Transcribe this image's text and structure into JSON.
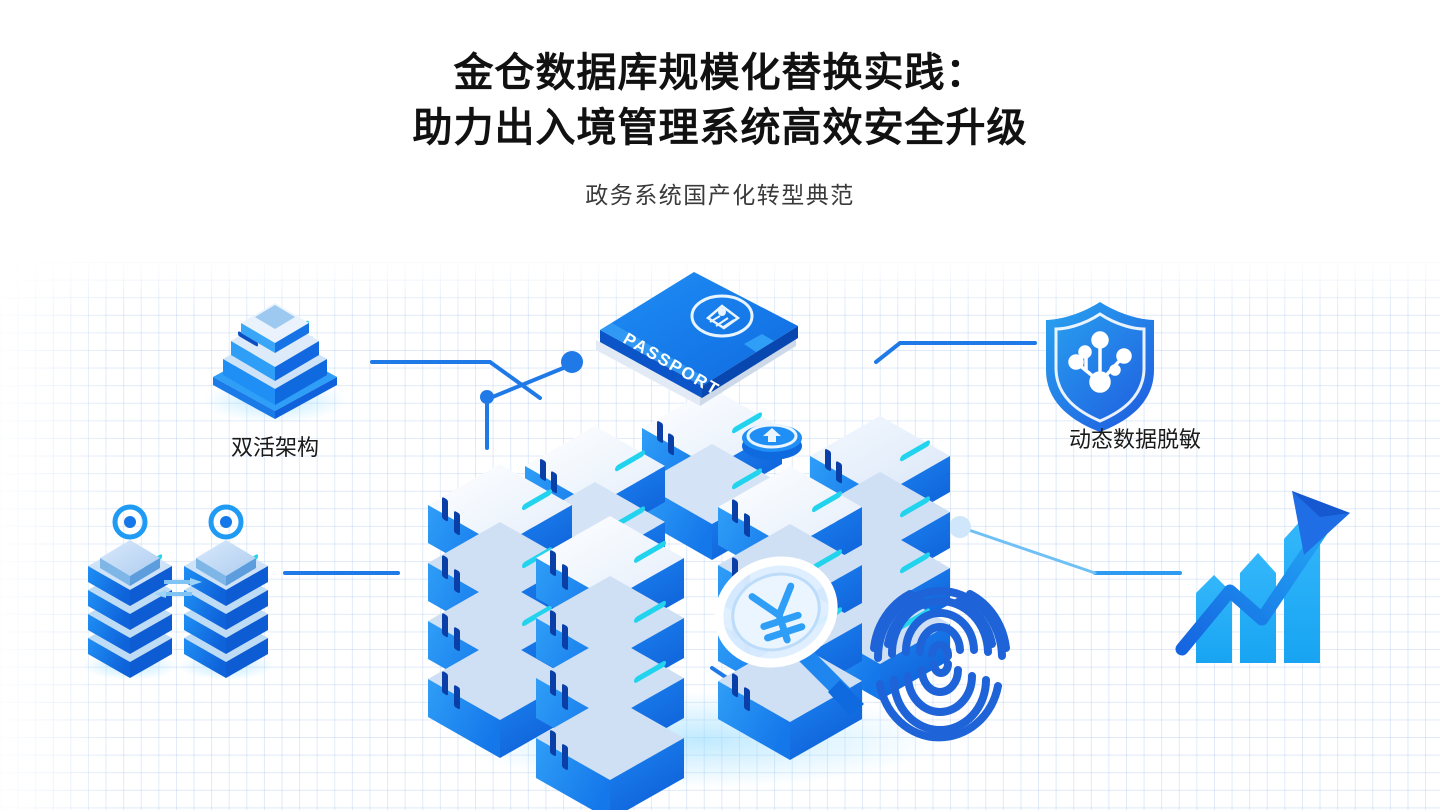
{
  "slide": {
    "background_color": "#ffffff",
    "grid_color": "#96baeb"
  },
  "header": {
    "title_line1": "金仓数据库规模化替换实践：",
    "title_line2": "助力出入境管理系统高效安全升级",
    "subtitle": "政务系统国产化转型典范",
    "title_color": "#111111",
    "subtitle_color": "#3a3a3a"
  },
  "labels": {
    "left": "双活架构",
    "right": "动态数据脱敏"
  },
  "icons": {
    "left_stack": "server-stack-icon",
    "right_shield": "shield-network-icon",
    "dual_servers": "dual-server-tower-icon",
    "growth_chart": "growth-arrow-bar-chart-icon",
    "passport": "passport-book-icon",
    "fingerprint": "fingerprint-icon",
    "magnifier": "magnifier-yen-icon",
    "upload_badge": "upload-badge-icon",
    "central_cluster": "isometric-server-cluster"
  },
  "passport": {
    "text": "PASSPORT",
    "emblem": "national-emblem"
  },
  "magnifier": {
    "symbol": "¥"
  },
  "palette": {
    "brand_blue": "#1677e8",
    "deep_blue": "#0b4fd0",
    "bright_blue": "#1e9bf5",
    "cyan": "#22d3ee",
    "light_top": "#e8f0fb",
    "pale": "#ffffff",
    "line_blue": "#1f7ae8",
    "shield_from": "#29a3f0",
    "shield_to": "#1f5fe0"
  }
}
